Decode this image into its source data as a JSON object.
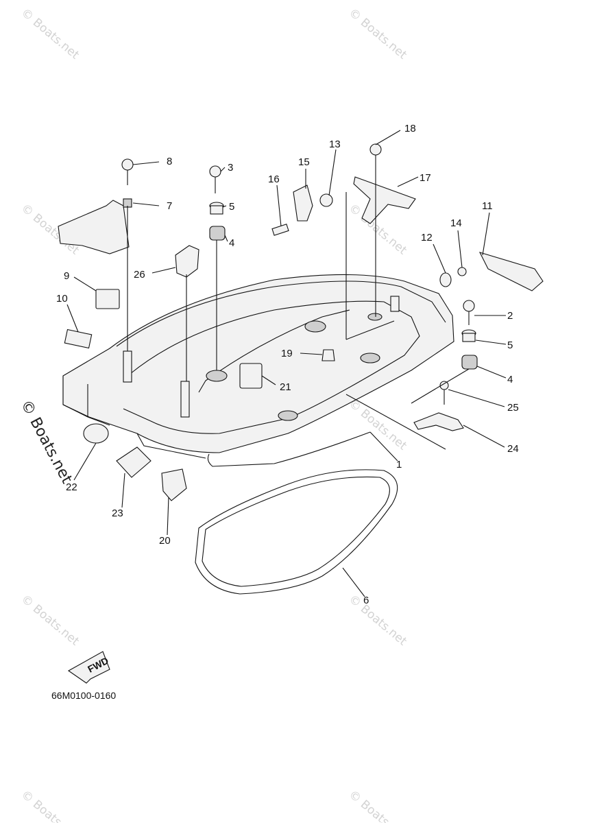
{
  "reference_code": "66M0100-0160",
  "fwd_label": "FWD",
  "watermark_text": "© Boats.net",
  "watermark_main": "© Boats.net",
  "callouts": [
    "1",
    "2",
    "3",
    "4",
    "4",
    "5",
    "5",
    "6",
    "7",
    "8",
    "9",
    "10",
    "11",
    "12",
    "13",
    "14",
    "15",
    "16",
    "17",
    "18",
    "19",
    "20",
    "21",
    "22",
    "23",
    "24",
    "25",
    "26"
  ],
  "colors": {
    "line": "#111111",
    "watermark": "#d3d3d3",
    "background": "#ffffff"
  }
}
